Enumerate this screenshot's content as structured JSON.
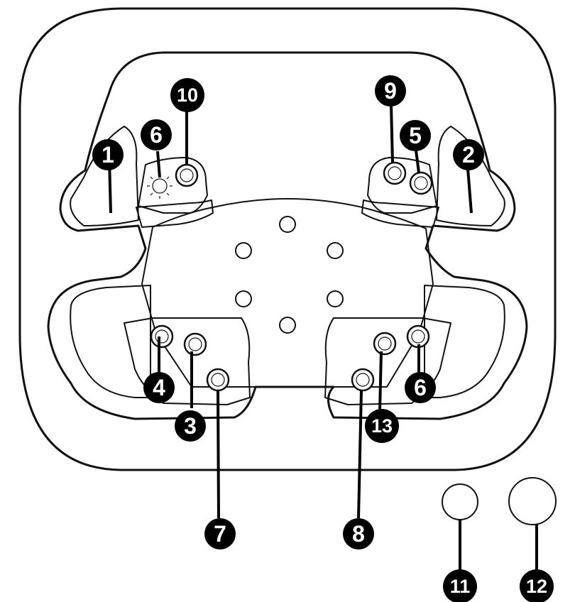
{
  "callouts": [
    {
      "id": "c1",
      "label": "1"
    },
    {
      "id": "c2",
      "label": "2"
    },
    {
      "id": "c3",
      "label": "3"
    },
    {
      "id": "c4",
      "label": "4"
    },
    {
      "id": "c5",
      "label": "5"
    },
    {
      "id": "c6a",
      "label": "6"
    },
    {
      "id": "c6b",
      "label": "6"
    },
    {
      "id": "c7",
      "label": "7"
    },
    {
      "id": "c8",
      "label": "8"
    },
    {
      "id": "c9",
      "label": "9"
    },
    {
      "id": "c10",
      "label": "10"
    },
    {
      "id": "c11",
      "label": "11"
    },
    {
      "id": "c12",
      "label": "12"
    },
    {
      "id": "c13",
      "label": "13"
    }
  ],
  "colors": {
    "ink": "#111111",
    "background": "#ffffff"
  }
}
